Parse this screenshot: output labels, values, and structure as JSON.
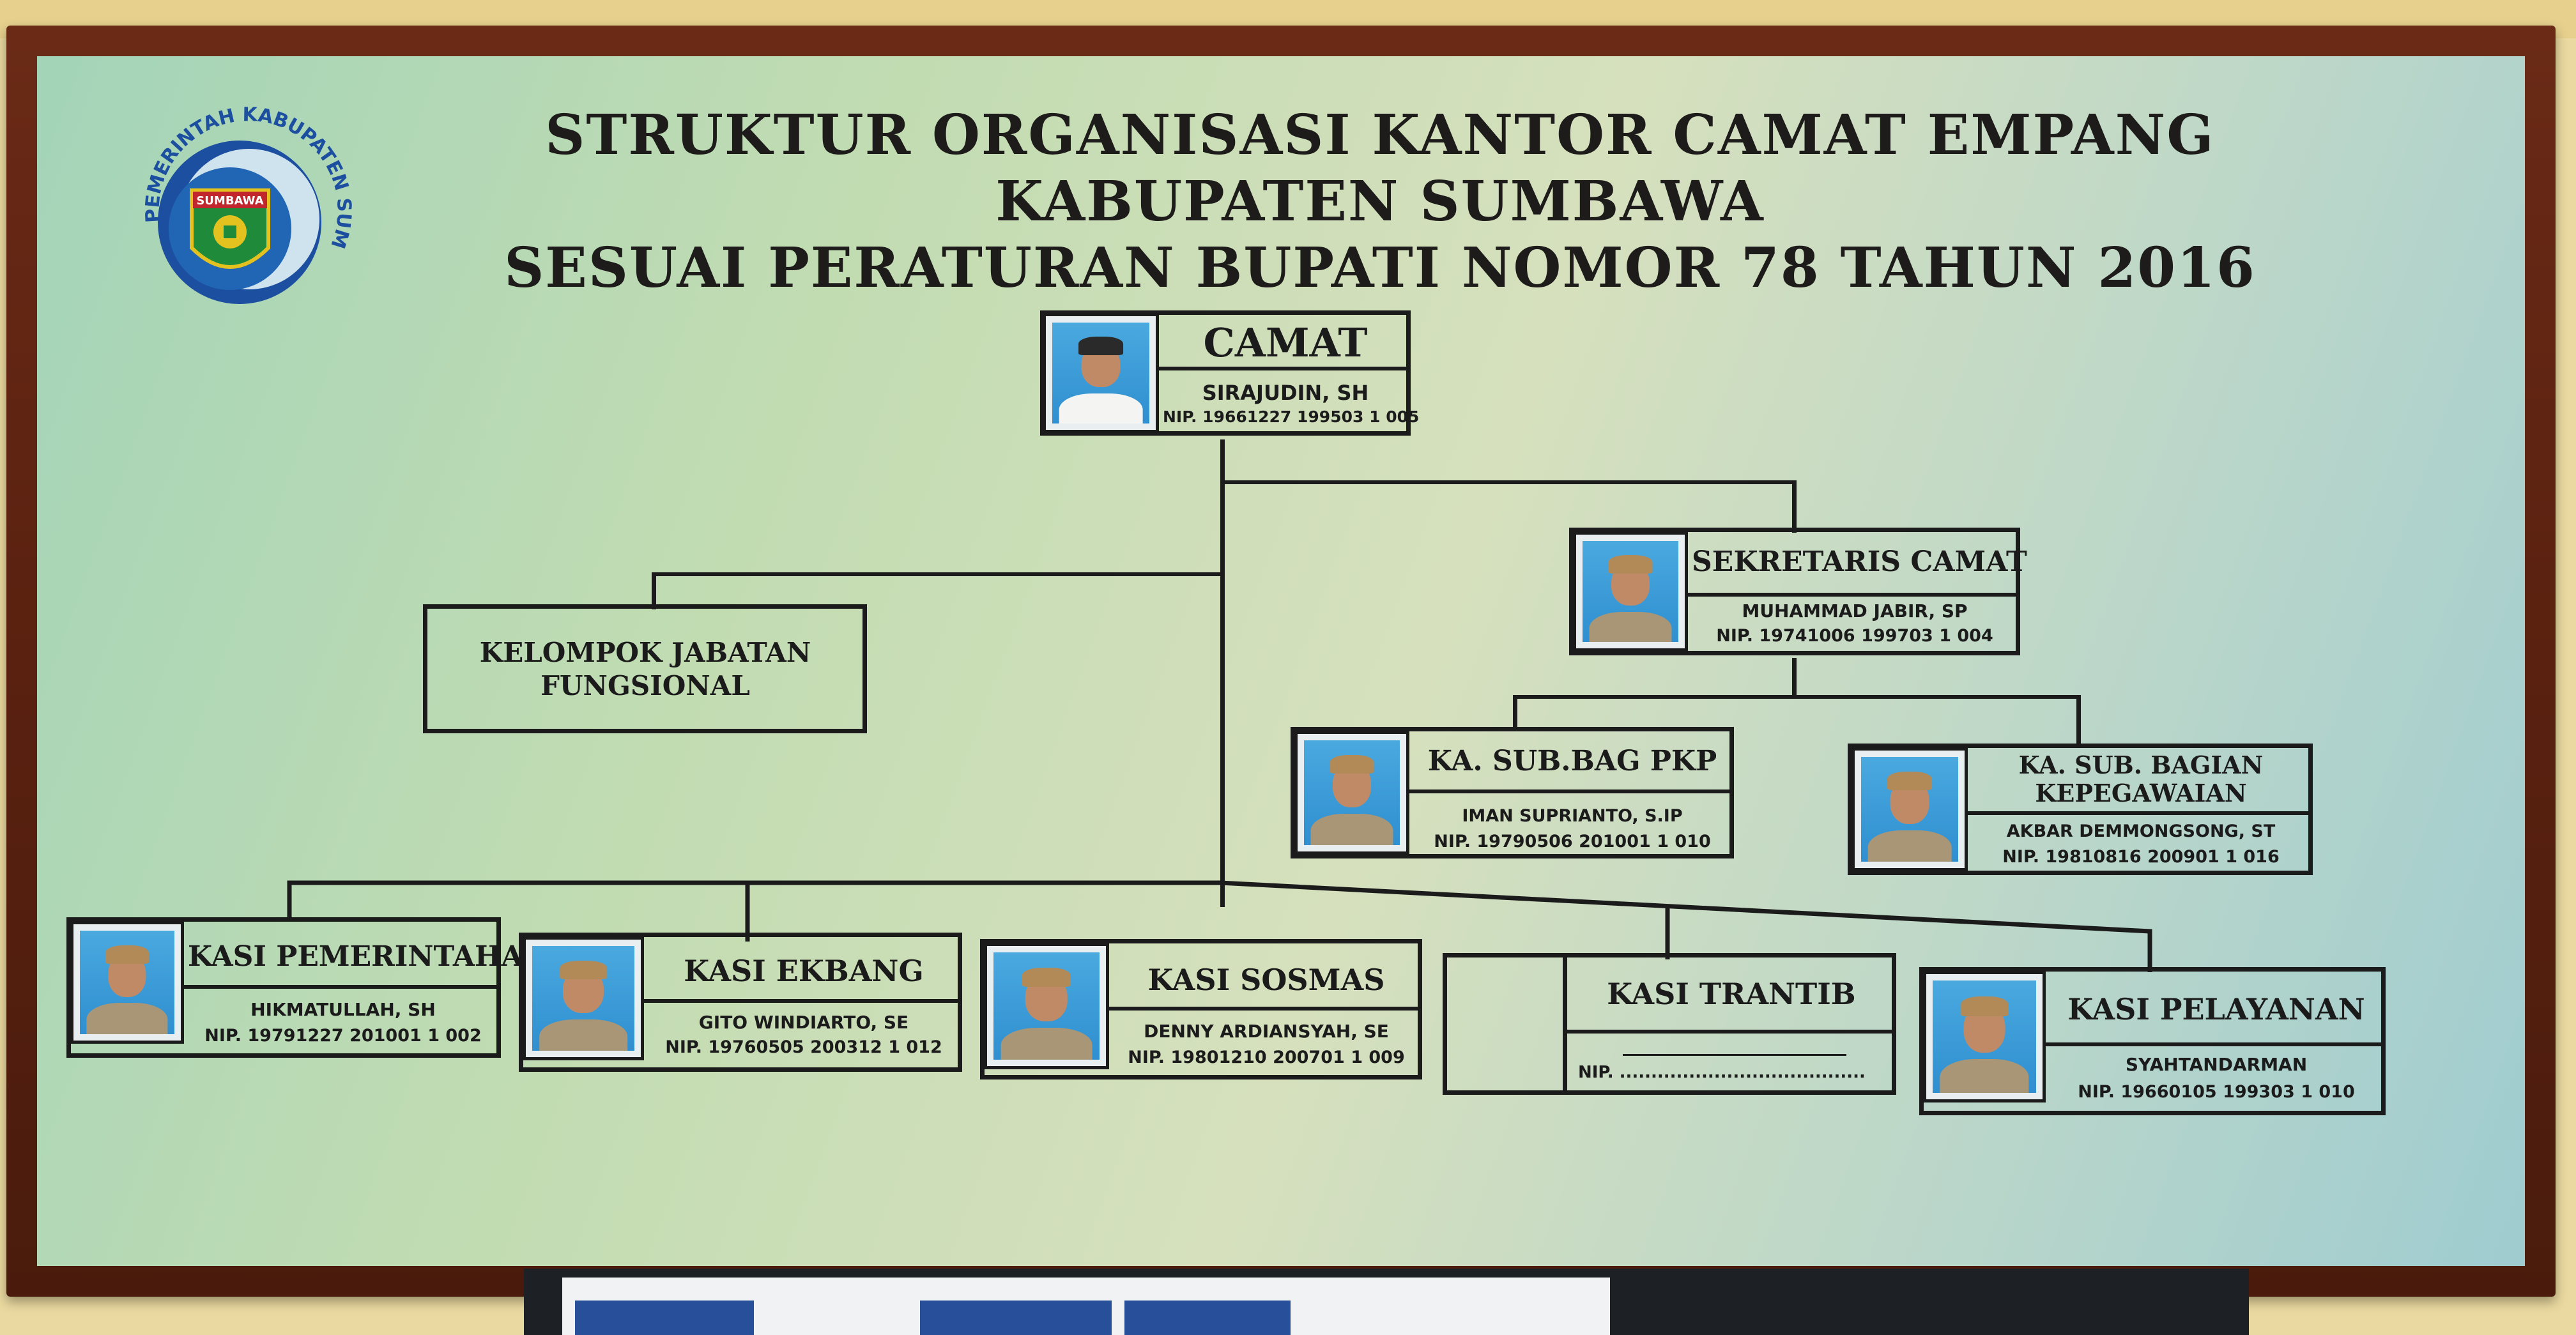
{
  "title_line1": "STRUKTUR ORGANISASI KANTOR CAMAT EMPANG KABUPATEN SUMBAWA",
  "title_line2": "SESUAI PERATURAN BUPATI NOMOR 78 TAHUN 2016",
  "logo": {
    "ring_text": "PEMERINTAH KABUPATEN SUMBAWA",
    "shield_text": "SUMBAWA",
    "colors": {
      "ring": "#1d4fa0",
      "shield": "#1e8a3a",
      "accent": "#e3c11f"
    }
  },
  "nodes": {
    "camat": {
      "role": "CAMAT",
      "name": "SIRAJUDIN, SH",
      "nip": "NIP. 19661227 199503 1 005"
    },
    "kjf": {
      "role_line1": "KELOMPOK JABATAN",
      "role_line2": "FUNGSIONAL"
    },
    "sekcam": {
      "role": "SEKRETARIS CAMAT",
      "name": "MUHAMMAD JABIR, SP",
      "nip": "NIP. 19741006 199703 1 004"
    },
    "pkp": {
      "role": "KA. SUB.BAG PKP",
      "name": "IMAN SUPRIANTO, S.IP",
      "nip": "NIP. 19790506 201001 1 010"
    },
    "kepeg": {
      "role_line1": "KA. SUB. BAGIAN",
      "role_line2": "KEPEGAWAIAN",
      "name": "AKBAR DEMMONGSONG, ST",
      "nip": "NIP. 19810816 200901 1 016"
    },
    "pemerintahan": {
      "role": "KASI PEMERINTAHAN",
      "name": "HIKMATULLAH, SH",
      "nip": "NIP. 19791227 201001 1 002"
    },
    "ekbang": {
      "role": "KASI EKBANG",
      "name": "GITO WINDIARTO, SE",
      "nip": "NIP. 19760505 200312 1 012"
    },
    "sosmas": {
      "role": "KASI SOSMAS",
      "name": "DENNY ARDIANSYAH, SE",
      "nip": "NIP. 19801210 200701 1 009"
    },
    "trantib": {
      "role": "KASI TRANTIB",
      "name": "",
      "nip": "NIP. ......................................."
    },
    "pelayanan": {
      "role": "KASI PELAYANAN",
      "name": "SYAHTANDARMAN",
      "nip": "NIP. 19660105 199303 1 010"
    }
  }
}
